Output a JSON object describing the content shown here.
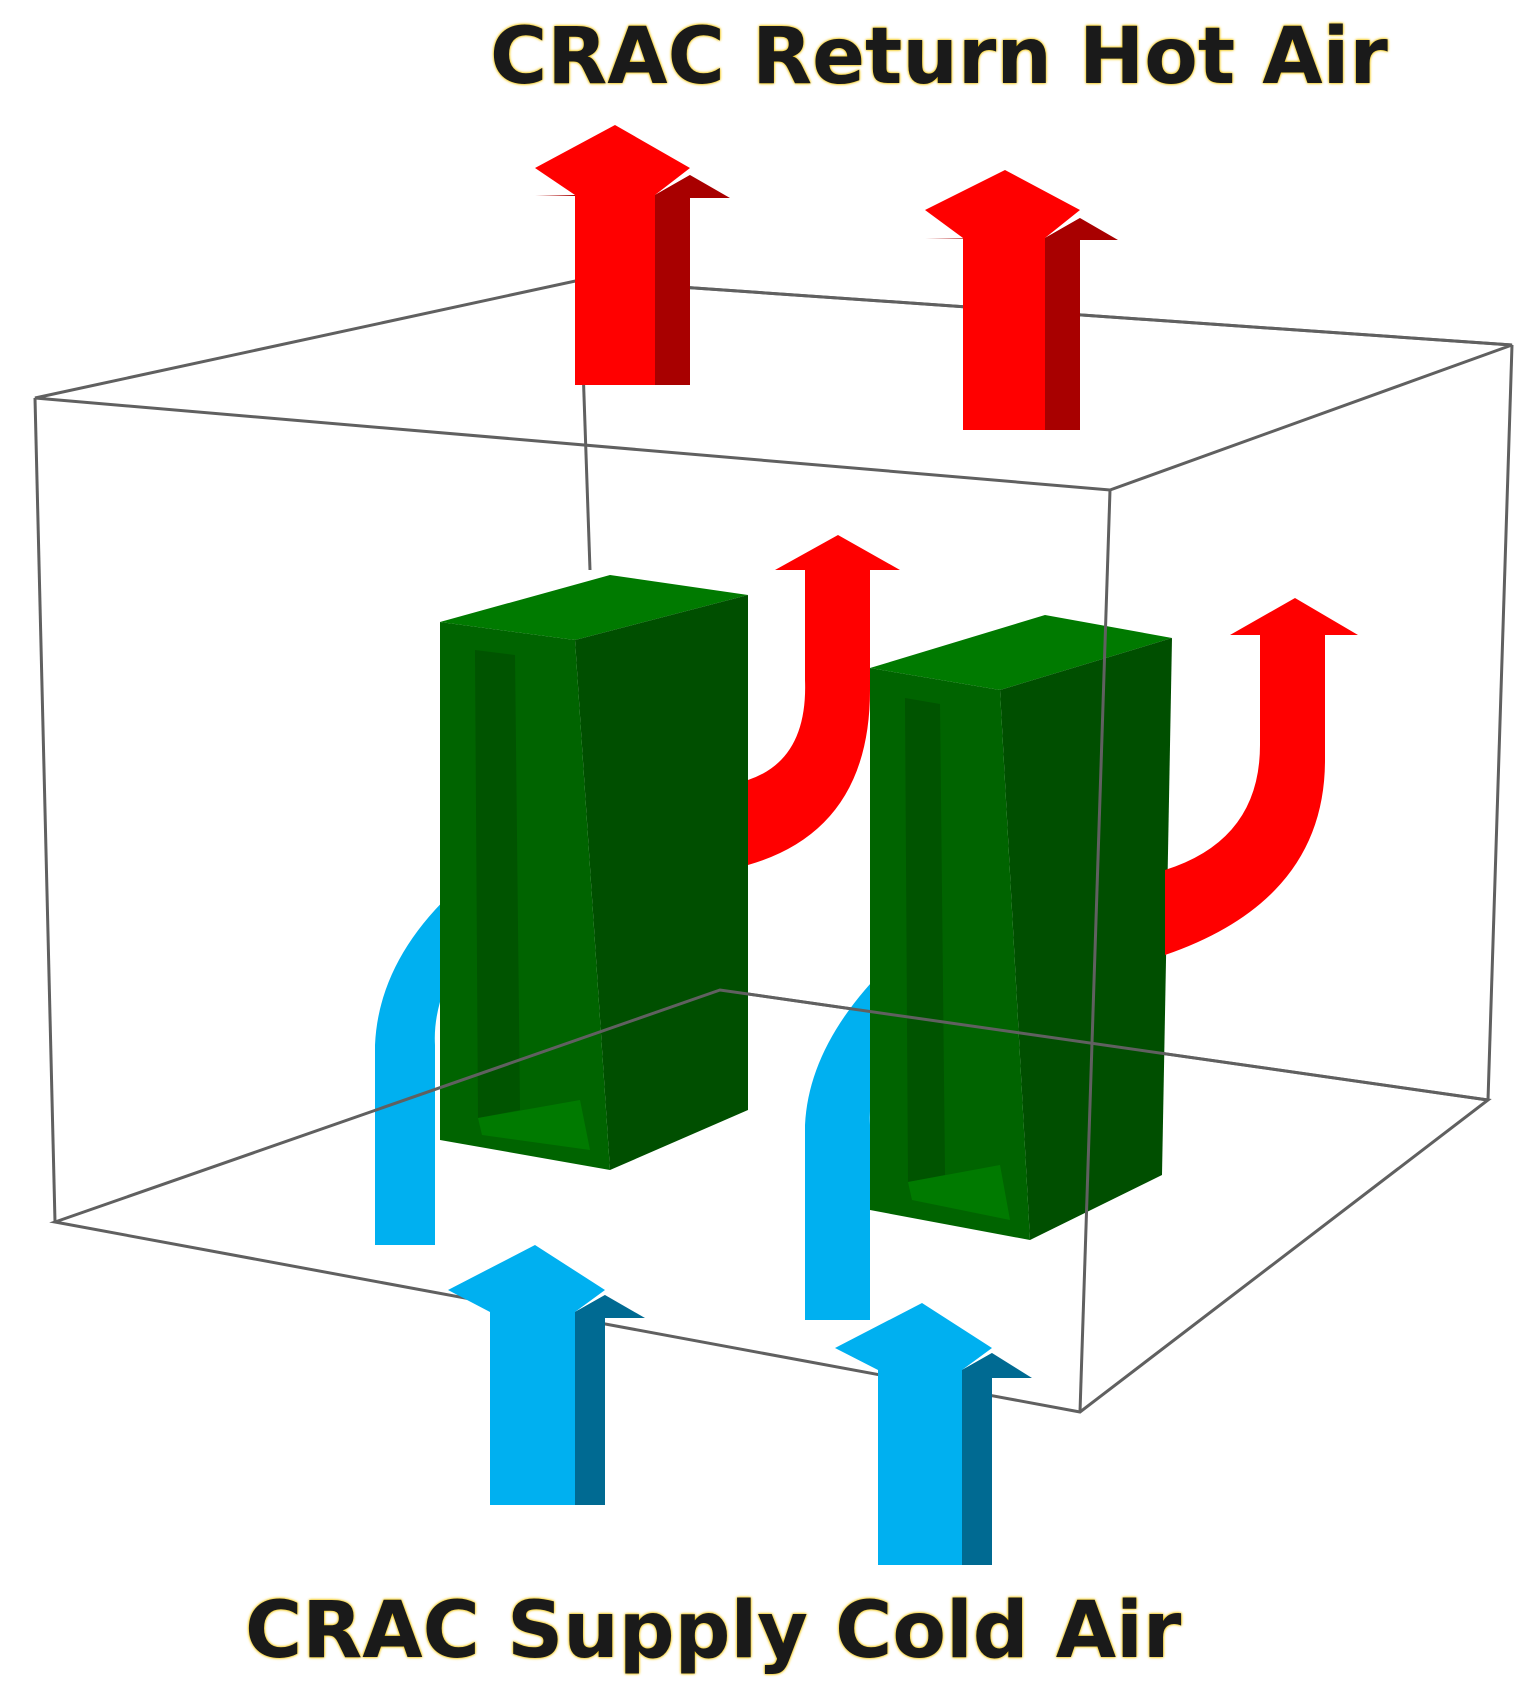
{
  "labels": {
    "top": "CRAC Return Hot Air",
    "bottom": "CRAC Supply Cold Air"
  },
  "colors": {
    "hot_air": "#ff0000",
    "hot_air_shade": "#a80000",
    "cold_air": "#00b0f0",
    "cold_air_shade": "#006a92",
    "rack_front": "#006400",
    "rack_side": "#004f00",
    "rack_top": "#007a00",
    "box_edge": "#606060"
  },
  "icons": {
    "rack": "server-rack-block",
    "hot_arrow": "up-arrow-red",
    "cold_arrow": "up-arrow-blue"
  }
}
